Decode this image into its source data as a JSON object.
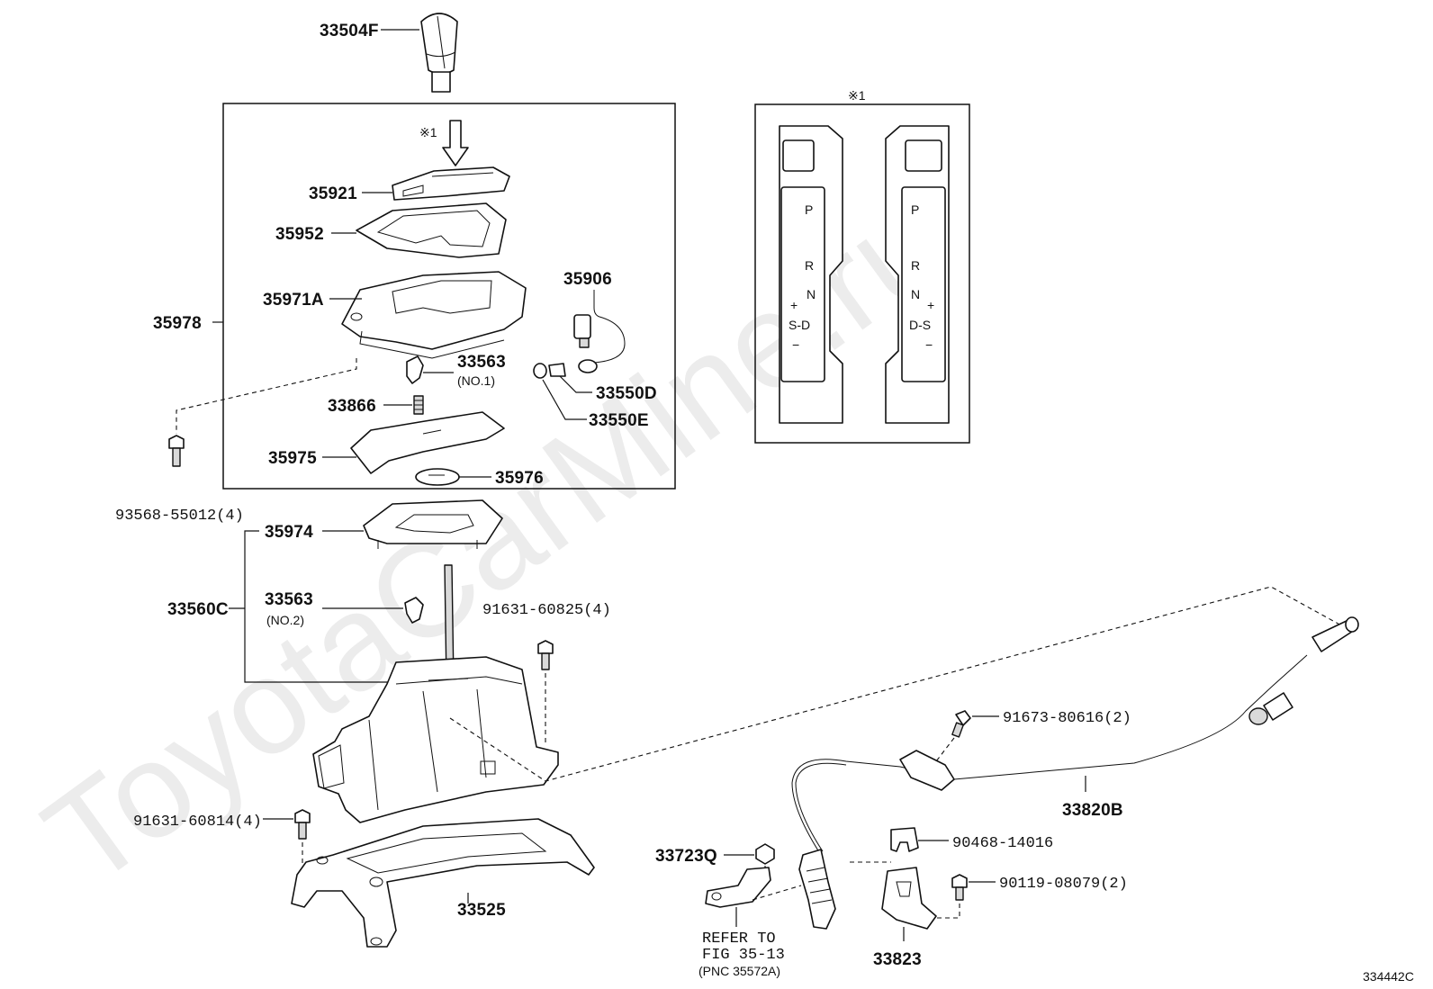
{
  "watermark": "ToyotaCarMine.ru",
  "diagram_id": "334442C",
  "inset": {
    "marker": "※1",
    "left_gate": {
      "letters": [
        "P",
        "R",
        "N",
        "+",
        "S-D",
        "−"
      ]
    },
    "right_gate": {
      "letters": [
        "P",
        "R",
        "N",
        "+",
        "D-S",
        "−"
      ]
    }
  },
  "marker_arrow": "※1",
  "labels": {
    "p33504F": "33504F",
    "p35921": "35921",
    "p35952": "35952",
    "p35971A": "35971A",
    "p35906": "35906",
    "p35978": "35978",
    "p33563_1": "33563",
    "p33563_1_sub": "(NO.1)",
    "p33550D": "33550D",
    "p33550E": "33550E",
    "p33866": "33866",
    "p35975": "35975",
    "p35976": "35976",
    "p93568": "93568-55012(4)",
    "p35974": "35974",
    "p33560C": "33560C",
    "p33563_2": "33563",
    "p33563_2_sub": "(NO.2)",
    "p91631_0825": "91631-60825(4)",
    "p91673": "91673-80616(2)",
    "p33820B": "33820B",
    "p91631_0814": "91631-60814(4)",
    "p33723Q": "33723Q",
    "p90468": "90468-14016",
    "p90119": "90119-08079(2)",
    "p33525": "33525",
    "p33823": "33823",
    "refer_line1": "REFER TO",
    "refer_line2": "FIG 35-13",
    "refer_line3": "(PNC 35572A)"
  }
}
